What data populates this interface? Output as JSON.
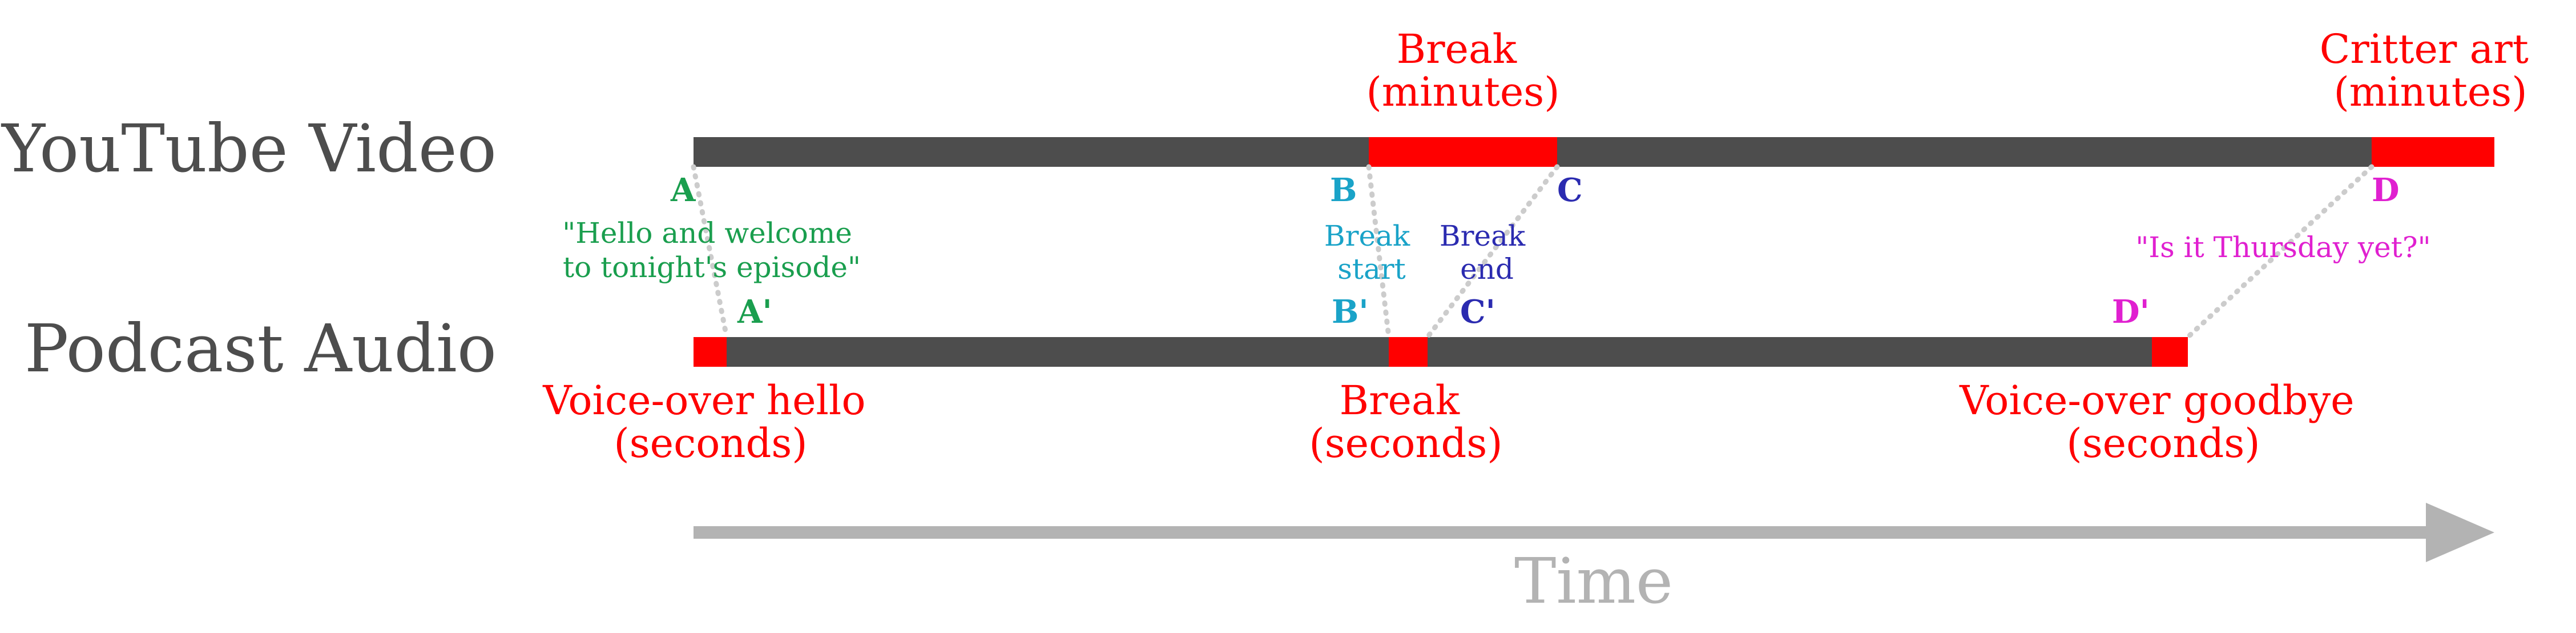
{
  "rows": {
    "youtube": "YouTube Video",
    "podcast": "Podcast Audio"
  },
  "segments": {
    "youtube_break": [
      "Break",
      "(minutes)"
    ],
    "critter_art": [
      "Critter art",
      "(minutes)"
    ],
    "voiceover_hello": [
      "Voice-over hello",
      "(seconds)"
    ],
    "podcast_break": [
      "Break",
      "(seconds)"
    ],
    "voiceover_goodbye": [
      "Voice-over goodbye",
      "(seconds)"
    ]
  },
  "markers": {
    "A": "A",
    "A_prime": "A'",
    "B": "B",
    "B_prime": "B'",
    "C": "C",
    "C_prime": "C'",
    "D": "D",
    "D_prime": "D'"
  },
  "annotations": {
    "A": [
      "\"Hello and welcome",
      "to tonight's episode\""
    ],
    "B": [
      "Break",
      "start"
    ],
    "C": [
      "Break",
      "end"
    ],
    "D": [
      "\"Is it Thursday yet?\""
    ]
  },
  "axis": {
    "label": "Time"
  },
  "colors": {
    "bar": "#4d4d4d",
    "segment": "#ff0000",
    "label_red": "#ff0000",
    "row_label": "#4d4d4d",
    "A": "#1a9e4e",
    "B": "#1aa3c8",
    "C": "#2b2bb0",
    "D": "#e020d0",
    "connector": "#cccccc",
    "axis": "#b3b3b3"
  }
}
